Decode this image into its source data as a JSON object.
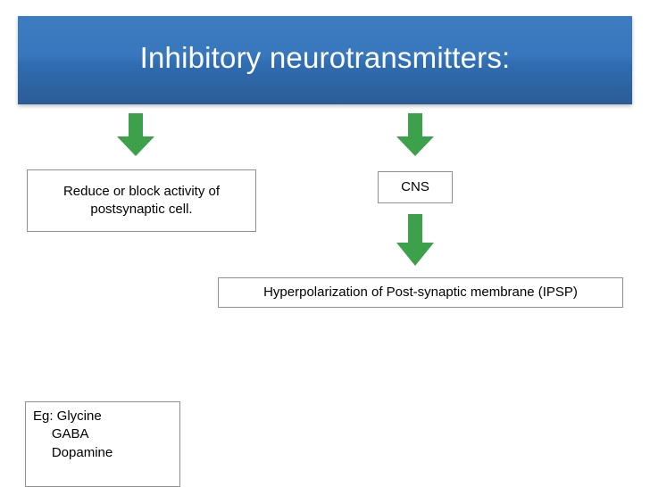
{
  "slide": {
    "title": "Inhibitory neurotransmitters:",
    "title_bar_color": "#3877bd",
    "arrow_color": "#3da14b",
    "boxes": {
      "reduce": {
        "line1": "Reduce or block activity of",
        "line2": "postsynaptic cell."
      },
      "cns": {
        "label": "CNS"
      },
      "hyperpolarization": {
        "label": "Hyperpolarization of Post-synaptic membrane (IPSP)"
      },
      "examples": {
        "line1": "Eg: Glycine",
        "line2": "     GABA",
        "line3": "     Dopamine"
      }
    },
    "arrows": [
      {
        "name": "arrow-to-reduce-box"
      },
      {
        "name": "arrow-to-cns-box"
      },
      {
        "name": "arrow-to-hyperpolarization-box"
      }
    ]
  }
}
